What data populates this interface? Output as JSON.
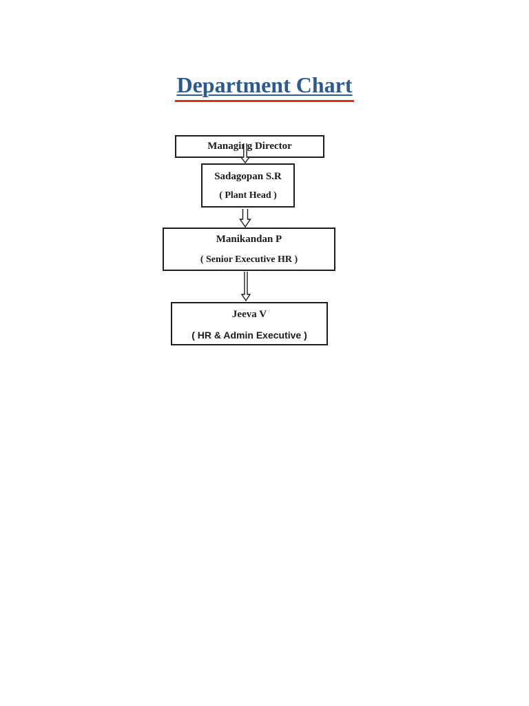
{
  "document": {
    "title": "Department Chart",
    "org_chart": {
      "type": "hierarchy",
      "nodes": [
        {
          "name": "Managing Director",
          "role": ""
        },
        {
          "name": "Sadagopan S.R",
          "role": "( Plant Head )"
        },
        {
          "name": "Manikandan P",
          "role": "( Senior Executive HR )"
        },
        {
          "name": "Jeeva V",
          "role": "( HR & Admin Executive )"
        }
      ],
      "edges": [
        "Managing Director -> Sadagopan S.R",
        "Sadagopan S.R -> Manikandan P",
        "Manikandan P -> Jeeva V"
      ]
    },
    "colors": {
      "page_background": "#ffffff",
      "title_text": "#2b5990",
      "title_rule": "#e8251f",
      "box_border": "#1c1c1c",
      "box_text": "#1a1a1a"
    }
  }
}
